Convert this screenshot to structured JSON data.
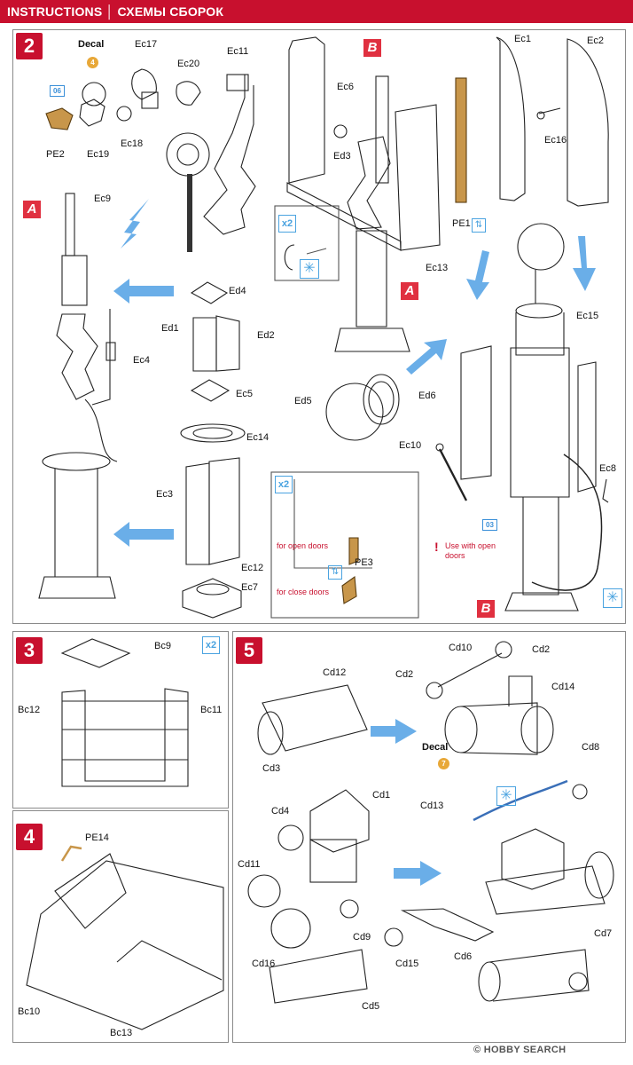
{
  "header": {
    "title": "INSTRUCTIONS │ СХЕМЫ СБОРОК"
  },
  "steps": {
    "s2": "2",
    "s3": "3",
    "s4": "4",
    "s5": "5"
  },
  "subassemblies": {
    "a": "A",
    "b": "B"
  },
  "paint_refs": {
    "p4": "4",
    "p7": "7",
    "c06": "06",
    "c03": "03"
  },
  "multipliers": {
    "x2": "x2"
  },
  "step2": {
    "labels": {
      "decal": "Decal",
      "ec17": "Ec17",
      "ec20": "Ec20",
      "ec11": "Ec11",
      "pe2": "PE2",
      "ec19": "Ec19",
      "ec18": "Ec18",
      "ec9": "Ec9",
      "ed4": "Ed4",
      "ed1": "Ed1",
      "ed2": "Ed2",
      "ec5": "Ec5",
      "ec4": "Ec4",
      "ec14": "Ec14",
      "ec3": "Ec3",
      "ec12": "Ec12",
      "ec7": "Ec7",
      "ec6": "Ec6",
      "ed3": "Ed3",
      "ec13": "Ec13",
      "ed5": "Ed5",
      "ed6": "Ed6",
      "ec10": "Ec10",
      "ec1": "Ec1",
      "ec2": "Ec2",
      "ec16": "Ec16",
      "pe1": "PE1",
      "ec15": "Ec15",
      "ec8": "Ec8",
      "pe3": "PE3"
    },
    "notes": {
      "open_doors": "for open doors",
      "close_doors": "for close doors",
      "use_with_open_1": "Use with open",
      "use_with_open_2": "doors"
    }
  },
  "step3": {
    "labels": {
      "bc9": "Bc9",
      "bc12": "Bc12",
      "bc11": "Bc11"
    }
  },
  "step4": {
    "labels": {
      "pe14": "PE14",
      "bc10": "Bc10",
      "bc13": "Bc13"
    }
  },
  "step5": {
    "labels": {
      "cd12": "Cd12",
      "cd3": "Cd3",
      "cd10": "Cd10",
      "cd2a": "Cd2",
      "cd2b": "Cd2",
      "cd14": "Cd14",
      "decal": "Decal",
      "cd8": "Cd8",
      "cd13": "Cd13",
      "cd4": "Cd4",
      "cd1": "Cd1",
      "cd11": "Cd11",
      "cd16": "Cd16",
      "cd9": "Cd9",
      "cd15": "Cd15",
      "cd6": "Cd6",
      "cd5": "Cd5",
      "cd7": "Cd7"
    }
  },
  "watermark": "© HOBBY SEARCH",
  "colors": {
    "accent": "#c8102e",
    "arrow": "#6aaee8",
    "copper": "#c8964a"
  }
}
